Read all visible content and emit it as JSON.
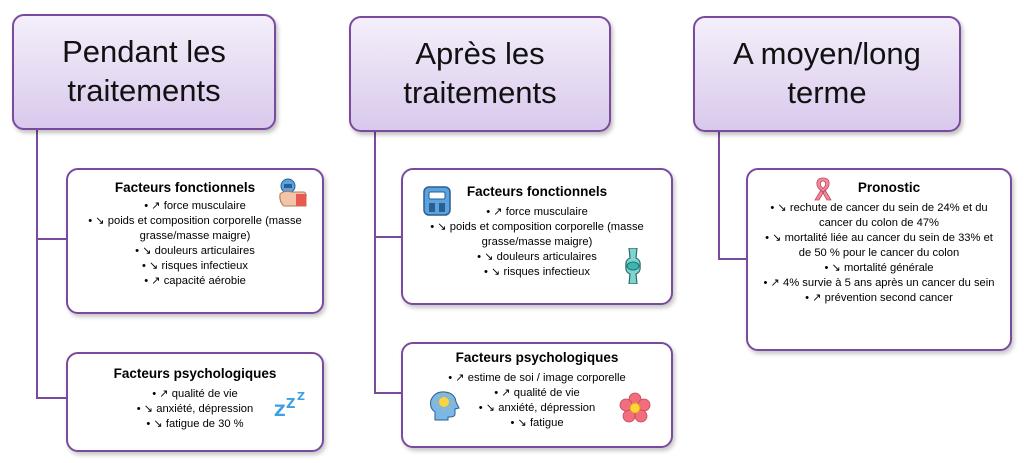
{
  "columns": [
    {
      "header": "Pendant les\ntraitements",
      "boxes": [
        {
          "title": "Facteurs fonctionnels",
          "items": [
            "↗ force musculaire",
            "↘ poids et composition  corporelle (masse grasse/masse maigre)",
            "↘ douleurs articulaires",
            "↘ risques infectieux",
            "↗ capacité aérobie"
          ],
          "icon": "hand-weight-icon"
        },
        {
          "title": "Facteurs psychologiques",
          "items": [
            "↗ qualité de vie",
            "↘ anxiété, dépression",
            "↘ fatigue de 30 %"
          ],
          "icon": "sleep-zzz-icon"
        }
      ]
    },
    {
      "header": "Après les\ntraitements",
      "boxes": [
        {
          "title": "Facteurs fonctionnels",
          "items": [
            "↗ force musculaire",
            "↘ poids et composition  corporelle (masse grasse/masse maigre)",
            "↘ douleurs articulaires",
            "↘ risques infectieux"
          ],
          "icons": [
            "scale-icon",
            "knee-joint-icon"
          ]
        },
        {
          "title": "Facteurs psychologiques",
          "items": [
            "↗ estime de soi / image corporelle",
            "↗ qualité de vie",
            "↘ anxiété, dépression",
            "↘ fatigue"
          ],
          "icons": [
            "head-idea-icon",
            "flower-icon"
          ]
        }
      ]
    },
    {
      "header": "A moyen/long\nterme",
      "boxes": [
        {
          "title": "Pronostic",
          "items": [
            "↘ rechute de cancer du sein de 24% et du cancer du colon de 47%",
            "↘ mortalité liée au cancer du sein de 33% et de 50 % pour le cancer du colon",
            "↘ mortalité générale",
            "↗ 4% survie à 5 ans après un cancer du sein",
            "↗ prévention second cancer"
          ],
          "icon": "awareness-ribbon-icon"
        }
      ]
    }
  ],
  "colors": {
    "accent": "#7a4a9e",
    "header_fill": "#e6dcf2"
  }
}
